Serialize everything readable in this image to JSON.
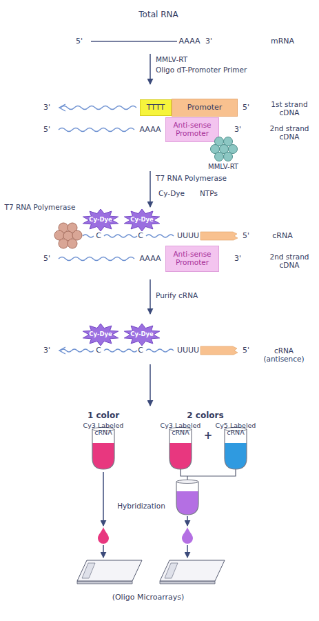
{
  "diagram": {
    "nodes": [
      {
        "text": [
          "TTTT"
        ]
      },
      {
        "text": [
          "Promoter"
        ]
      },
      {
        "text": [
          "Anti-sense Promoter"
        ]
      },
      {
        "text": [
          "Cy-Dye"
        ]
      },
      {
        "text": [
          "Cy-Dye"
        ]
      },
      {
        "text": [
          "Anti-sense Promoter"
        ]
      },
      {
        "text": [
          "Cy-Dye"
        ]
      },
      {
        "text": [
          "Cy-Dye"
        ]
      },
      {
        "text": [
          "Cy3 Labeled cRNA"
        ]
      },
      {
        "text": [
          "Cy3 Labeled cRNA"
        ]
      },
      {
        "text": [
          "Cy5 Labeled cRNA"
        ]
      }
    ],
    "labels": [
      "Total RNA",
      "5'",
      "AAAA",
      "3'",
      "mRNA",
      "MMLV-RT",
      "Oligo dT-Promoter Primer",
      "3'",
      "5'",
      "1st strand cDNA",
      "5'",
      "AAAA",
      "3'",
      "MMLV-RT",
      "2nd strand cDNA",
      "T7 RNA Polymerase",
      "Cy-Dye",
      "NTPs",
      "T7 RNA Polymerase",
      "C",
      "C",
      "UUUU",
      "5'",
      "cRNA",
      "5'",
      "AAAA",
      "3'",
      "2nd strand cDNA",
      "Purify cRNA",
      "C",
      "C",
      "3'",
      "UUUU",
      "5'",
      "cRNA (antisence)",
      "1 color",
      "2 colors",
      "+",
      "Hybridization",
      "(Oligo Microarrays)"
    ]
  }
}
